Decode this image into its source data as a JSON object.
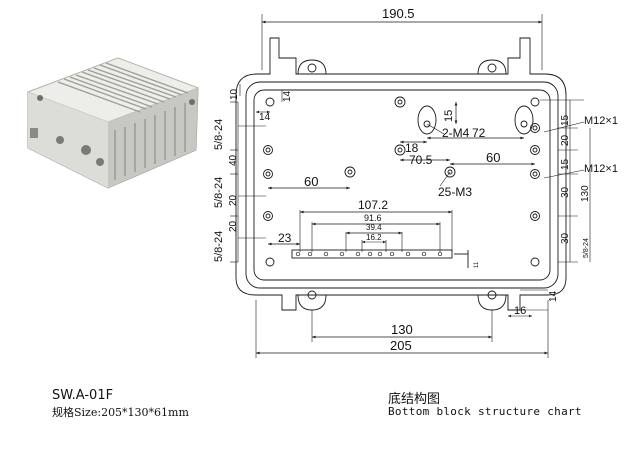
{
  "captions": {
    "model": "SW.A-01F",
    "spec": "规格Size:205*130*61mm",
    "title_cn": "底结构图",
    "title_en": "Bottom block structure chart"
  },
  "dimensions": {
    "top_width": "190.5",
    "bottom_overall": "205",
    "bottom_inner": "130",
    "d107": "107.2",
    "d91": "91.6",
    "d39": "39.4",
    "d16": "16.2",
    "d23": "23",
    "d60a": "60",
    "d60b": "60",
    "d70": "70.5",
    "d18": "18",
    "d72": "72",
    "d15a": "15",
    "d14a": "14",
    "d14b": "14",
    "d10": "10",
    "d14c": "14",
    "d16b": "16",
    "d40": "40",
    "d20a": "20",
    "d20b": "20",
    "d58a": "5/8-24",
    "d58b": "5/8-24",
    "d58c": "5/8-24",
    "r15a": "15",
    "r20": "20",
    "r15b": "15",
    "r30a": "30",
    "r130": "130",
    "r30b": "30",
    "r58": "5/8-24",
    "tiny": "11"
  },
  "callouts": {
    "m4": "2-M4",
    "m3": "25-M3",
    "m12a": "M12×1",
    "m12b": "M12×1"
  },
  "colors": {
    "line": "#1a1a1a",
    "body": "#e8e8e4",
    "photo_shadow": "#8a8a86"
  }
}
